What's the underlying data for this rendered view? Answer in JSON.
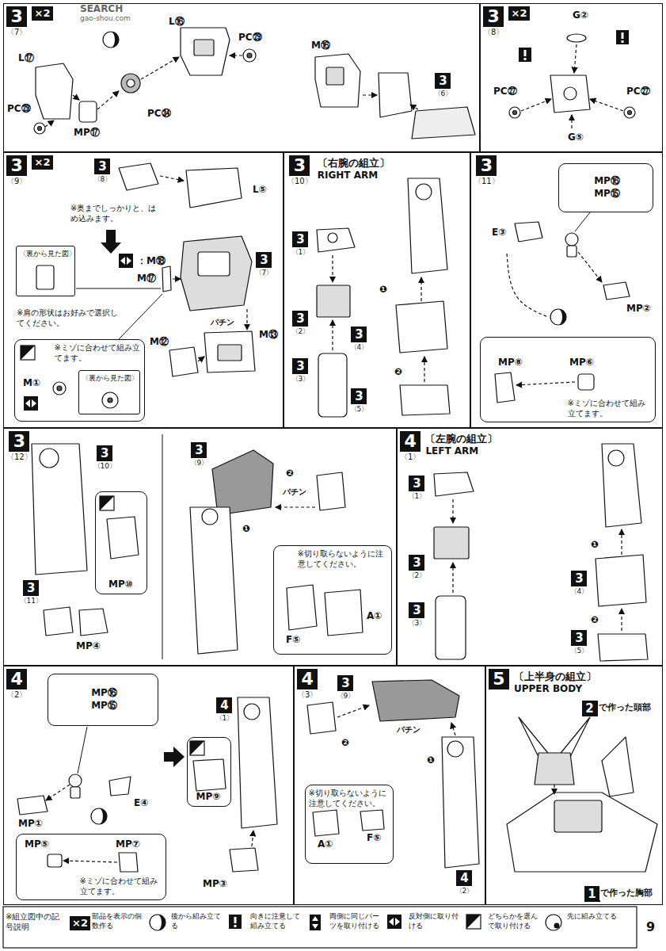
{
  "diagram": {
    "nodes": [
      {
        "text": [
          "3",
          "〈7〉"
        ]
      },
      {
        "text": [
          "×2"
        ],
        "in": 0
      },
      {
        "text": [
          "3",
          "〈6〉"
        ],
        "in": 0
      },
      {
        "text": [
          "3",
          "〈8〉"
        ]
      },
      {
        "text": [
          "×2"
        ],
        "in": 3
      },
      {
        "text": [
          "3",
          "〈9〉"
        ]
      },
      {
        "text": [
          "×2"
        ],
        "in": 5
      },
      {
        "text": [
          "3",
          "〈8〉"
        ],
        "in": 5
      },
      {
        "text": [
          "〈裏から見た図〉"
        ],
        "in": 5
      },
      {
        "text": [
          "3",
          "〈7〉"
        ],
        "in": 5
      },
      {
        "text": [
          "※ミゾに合わせて組み立てます。"
        ],
        "in": 5
      },
      {
        "text": [
          "〈裏から見た図〉"
        ],
        "in": 10
      },
      {
        "text": [
          "3",
          "〈10〉",
          "〔右腕の組立〕",
          "RIGHT ARM"
        ]
      },
      {
        "text": [
          "3",
          "〈1〉"
        ],
        "in": 12
      },
      {
        "text": [
          "3",
          "〈2〉"
        ],
        "in": 12
      },
      {
        "text": [
          "3",
          "〈3〉"
        ],
        "in": 12
      },
      {
        "text": [
          "3",
          "〈4〉"
        ],
        "in": 12
      },
      {
        "text": [
          "3",
          "〈5〉"
        ],
        "in": 12
      },
      {
        "text": [
          "3",
          "〈11〉"
        ]
      },
      {
        "text": [
          "MP⑯",
          "MP⑮"
        ],
        "in": 18
      },
      {
        "text": [
          "※ミゾに合わせて組み立てます。"
        ],
        "in": 18
      },
      {
        "text": [
          "3",
          "〈12〉"
        ]
      },
      {
        "text": [
          "3",
          "〈10〉"
        ],
        "in": 21
      },
      {
        "text": [
          "MP⑩"
        ],
        "in": 21
      },
      {
        "text": [
          "3",
          "〈11〉"
        ],
        "in": 21
      },
      {
        "text": [
          "3",
          "〈9〉"
        ],
        "in": 21
      },
      {
        "text": [
          "※切り取らないように注意してください。"
        ],
        "in": 21
      },
      {
        "text": [
          "4",
          "〈1〉",
          "〔左腕の組立〕",
          "LEFT ARM"
        ]
      },
      {
        "text": [
          "3",
          "〈1〉"
        ],
        "in": 27
      },
      {
        "text": [
          "3",
          "〈2〉"
        ],
        "in": 27
      },
      {
        "text": [
          "3",
          "〈3〉"
        ],
        "in": 27
      },
      {
        "text": [
          "3",
          "〈4〉"
        ],
        "in": 27
      },
      {
        "text": [
          "3",
          "〈5〉"
        ],
        "in": 27
      },
      {
        "text": [
          "4",
          "〈2〉"
        ]
      },
      {
        "text": [
          "MP⑯",
          "MP⑮"
        ],
        "in": 33
      },
      {
        "text": [
          "※ミゾに合わせて組み立てます。"
        ],
        "in": 33
      },
      {
        "text": [
          "4",
          "〈1〉"
        ],
        "in": 33
      },
      {
        "text": [
          "MP⑨"
        ],
        "in": 33
      },
      {
        "text": [
          "4",
          "〈3〉"
        ]
      },
      {
        "text": [
          "3",
          "〈9〉"
        ],
        "in": 38
      },
      {
        "text": [
          "※切り取らないように注意してください。"
        ],
        "in": 38
      },
      {
        "text": [
          "4",
          "〈2〉"
        ],
        "in": 38
      },
      {
        "text": [
          "5",
          "〔上半身の組立〕",
          "UPPER BODY"
        ]
      },
      {
        "text": [
          "2"
        ],
        "in": 42
      },
      {
        "text": [
          "1"
        ],
        "in": 42
      }
    ],
    "labels": [
      "SEARCH",
      "gao-shou.com",
      "L⑯",
      "PC㉙",
      "L⑰",
      "PC㉙",
      "PC㉞",
      "MP⑰",
      "M⑯",
      "G②",
      "PC㉗",
      "PC㉗",
      "G⑤",
      "L⑤",
      "※奥までしっかりと、はめ込みます。",
      "：M⑱",
      "M⑰",
      "※肩の形状はお好みで選択してください。",
      "パチン",
      "M⑬",
      "M⑫",
      "M①",
      "❶",
      "❷",
      "E③",
      "MP②",
      "MP⑧",
      "MP⑥",
      "MP④",
      "❶",
      "❷",
      "パチン",
      "A①",
      "F⑤",
      "❶",
      "❷",
      "E④",
      "MP①",
      "MP⑤",
      "MP⑦",
      "MP③",
      "❷",
      "❶",
      "パチン",
      "A①",
      "F⑤",
      "で作った頭部",
      "で作った胸部",
      "※組立図中の記号説明",
      "×2",
      "9"
    ],
    "legend": [
      {
        "text": "部品を表示の個数作る"
      },
      {
        "text": "後から組み立てる"
      },
      {
        "text": "向きに注意して組み立てる"
      },
      {
        "text": "両側に同じパーツを取り付ける"
      },
      {
        "text": "反対側に取り付ける"
      },
      {
        "text": "どちらかを選んで取り付ける"
      },
      {
        "text": "先に組み立てる"
      }
    ]
  }
}
